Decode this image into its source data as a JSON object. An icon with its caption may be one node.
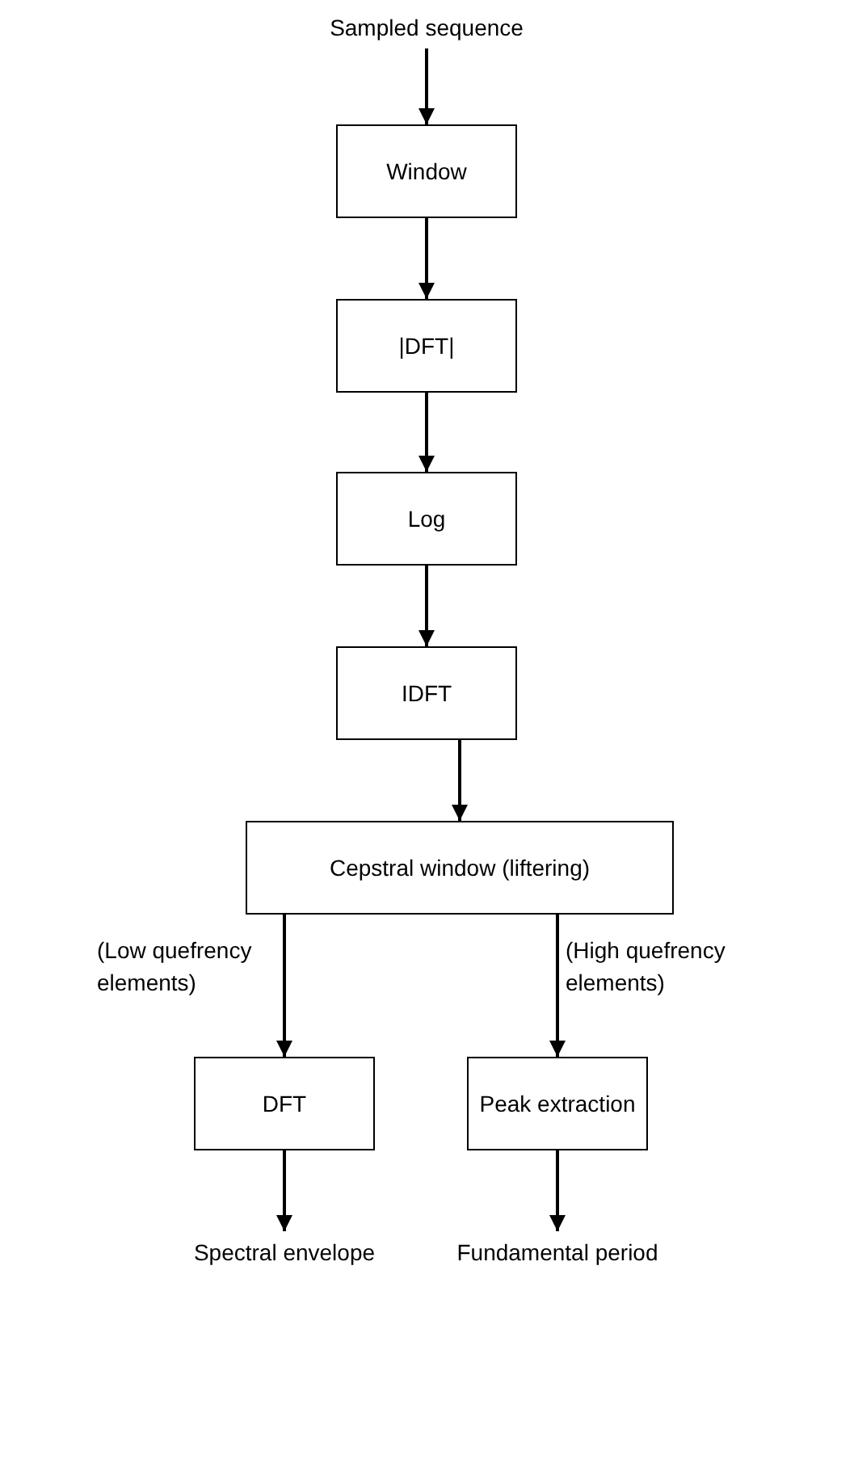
{
  "diagram": {
    "nodes": [
      {
        "text": [
          "Sampled sequence"
        ]
      },
      {
        "text": [
          "Window"
        ]
      },
      {
        "text": [
          "|DFT|"
        ]
      },
      {
        "text": [
          "Log"
        ]
      },
      {
        "text": [
          "IDFT"
        ]
      },
      {
        "text": [
          "Cepstral window (liftering)"
        ]
      },
      {
        "text": [
          "DFT"
        ]
      },
      {
        "text": [
          "Peak extraction"
        ]
      },
      {
        "text": [
          "Spectral envelope"
        ]
      },
      {
        "text": [
          "Fundamental period"
        ]
      }
    ],
    "edges": [
      {
        "from": 0,
        "to": 1,
        "arrow": "to"
      },
      {
        "from": 1,
        "to": 2,
        "arrow": "to"
      },
      {
        "from": 2,
        "to": 3,
        "arrow": "to"
      },
      {
        "from": 3,
        "to": 4,
        "arrow": "to"
      },
      {
        "from": 4,
        "to": 5,
        "arrow": "to"
      },
      {
        "from": 5,
        "to": 6,
        "arrow": "to",
        "label": "(Low quefrency elements)"
      },
      {
        "from": 5,
        "to": 7,
        "arrow": "to",
        "label": "(High quefrency elements)"
      },
      {
        "from": 6,
        "to": 8,
        "arrow": "to"
      },
      {
        "from": 7,
        "to": 9,
        "arrow": "to"
      }
    ]
  }
}
